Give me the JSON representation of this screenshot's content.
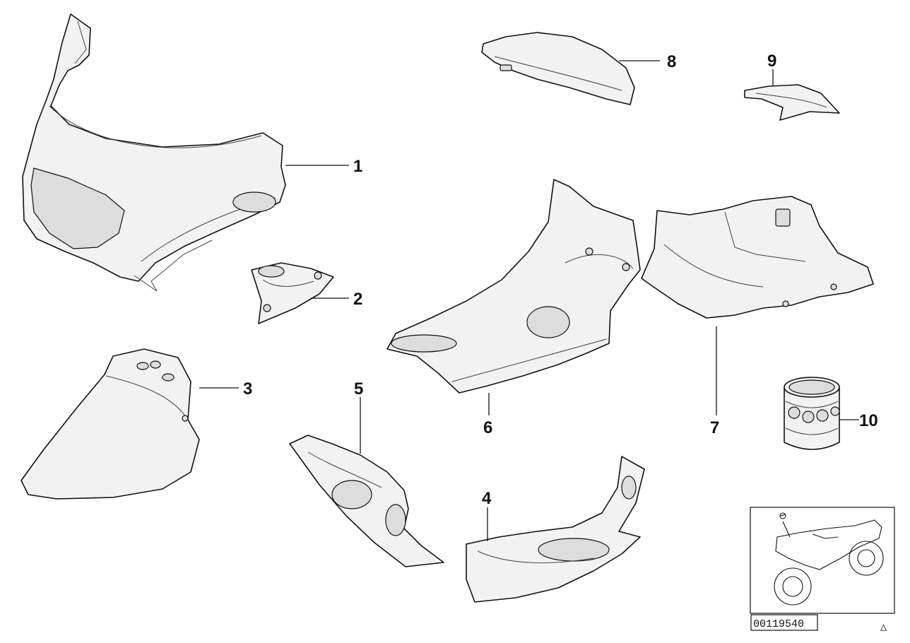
{
  "callouts": {
    "c1": "1",
    "c2": "2",
    "c3": "3",
    "c4": "4",
    "c5": "5",
    "c6": "6",
    "c7": "7",
    "c8": "8",
    "c9": "9",
    "c10": "10"
  },
  "reference": {
    "number": "00119540",
    "symbol": "△"
  }
}
